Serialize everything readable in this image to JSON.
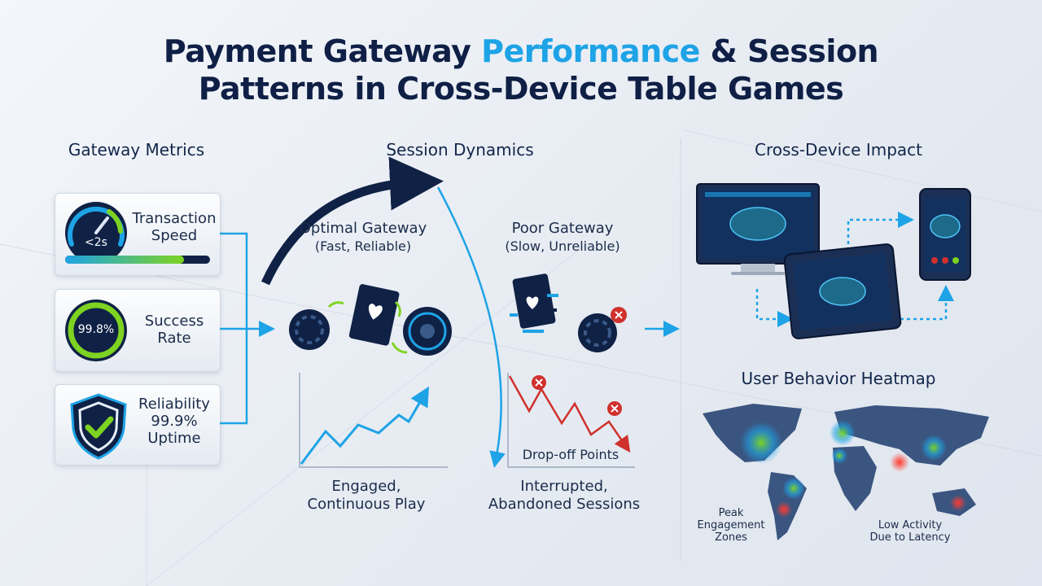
{
  "title": {
    "part1": "Payment Gateway ",
    "highlight": "Performance",
    "part2": " & Session",
    "line2": "Patterns in Cross-Device Table Games"
  },
  "colors": {
    "accent": "#1ea3e6",
    "navy": "#0f1f45",
    "green": "#7ed321",
    "red": "#d0312d"
  },
  "gateway": {
    "heading": "Gateway Metrics",
    "speed": {
      "label_line1": "Transaction",
      "label_line2": "Speed",
      "gauge_value": "<2s",
      "bar_fill": 0.82
    },
    "success": {
      "label_line1": "Success",
      "label_line2": "Rate",
      "ring_value": "99.8%"
    },
    "reliability": {
      "label_line1": "Reliability",
      "label_line2": "99.9%",
      "label_line3": "Uptime"
    }
  },
  "session": {
    "heading": "Session Dynamics",
    "optimal": {
      "line1": "Optimal Gateway",
      "line2": "(Fast, Reliable)",
      "caption1": "Engaged,",
      "caption2": "Continuous Play"
    },
    "poor": {
      "line1": "Poor Gateway",
      "line2": "(Slow, Unreliable)",
      "dropoff_label": "Drop-off Points",
      "caption1": "Interrupted,",
      "caption2": "Abandoned Sessions"
    }
  },
  "cross": {
    "heading": "Cross-Device Impact",
    "heatmap_heading": "User Behavior Heatmap",
    "peak_line1": "Peak",
    "peak_line2": "Engagement",
    "peak_line3": "Zones",
    "low_line1": "Low Activity",
    "low_line2": "Due to Latency"
  }
}
